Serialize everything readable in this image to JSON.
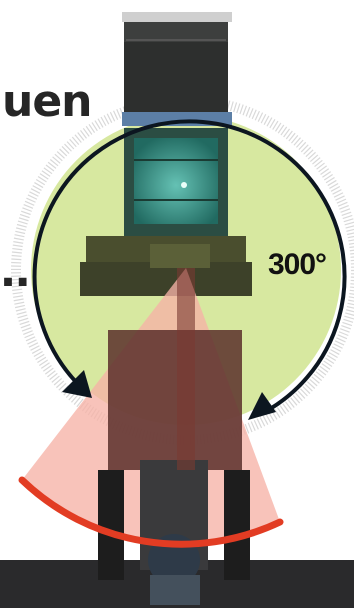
{
  "header": {
    "title_fragment": "uen",
    "left_fragment": "…"
  },
  "diagram": {
    "rotation_angle_label": "300°",
    "rotation_angle_degrees": 300
  },
  "colors": {
    "rotation_area": "#d7e8a0",
    "work_sector": "#f6b2a6",
    "sector_arc": "#e23c23",
    "arrow": "#0c1620",
    "footer": "#2a2a2c"
  }
}
